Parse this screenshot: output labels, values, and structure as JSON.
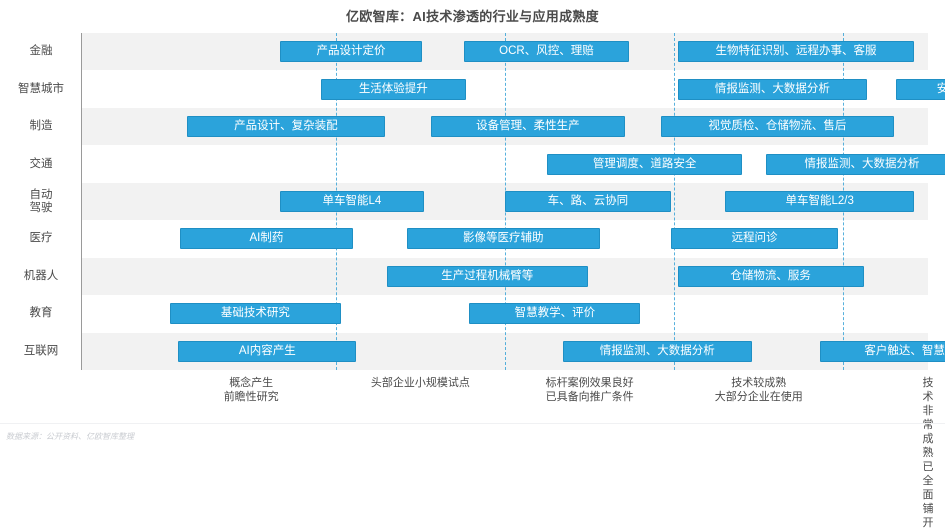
{
  "title": "亿欧智库：AI技术渗透的行业与应用成熟度",
  "footer": "数据来源：公开资料、亿欧智库整理",
  "colors": {
    "bar": "#2ba3db",
    "bar_border": "#1f8fc4",
    "grid": "#3aa4d8",
    "band": "#f2f2f2",
    "text": "#4a4a4a"
  },
  "chart_data": {
    "type": "bar",
    "title": "亿欧智库：AI技术渗透的行业与应用成熟度",
    "xlabel": "",
    "ylabel": "",
    "xlim": [
      0,
      5
    ],
    "grid": true,
    "legend": "none",
    "stages": [
      {
        "index": 1,
        "label": "概念产生\n前瞻性研究",
        "center": 1
      },
      {
        "index": 2,
        "label": "头部企业小规模试点",
        "center": 2
      },
      {
        "index": 3,
        "label": "标杆案例效果良好\n已具备向推广条件",
        "center": 3
      },
      {
        "index": 4,
        "label": "技术较成熟\n大部分企业在使用",
        "center": 4
      },
      {
        "index": 5,
        "label": "技术非常成熟\n已全面铺开",
        "center": 5
      }
    ],
    "categories": [
      "金融",
      "智慧城市",
      "制造",
      "交通",
      "自动驾驶",
      "医疗",
      "机器人",
      "教育",
      "互联网"
    ],
    "rows": [
      {
        "category": "金融",
        "items": [
          {
            "label": "产品设计定价",
            "start": 1.17,
            "end": 2.01
          },
          {
            "label": "OCR、风控、理赔",
            "start": 2.26,
            "end": 3.23
          },
          {
            "label": "生物特征识别、远程办事、客服",
            "start": 3.52,
            "end": 4.92
          }
        ]
      },
      {
        "category": "智慧城市",
        "items": [
          {
            "label": "生活体验提升",
            "start": 1.41,
            "end": 2.27
          },
          {
            "label": "情报监测、大数据分析",
            "start": 3.52,
            "end": 4.64
          },
          {
            "label": "安防",
            "start": 4.81,
            "end": 5.43
          }
        ]
      },
      {
        "category": "制造",
        "items": [
          {
            "label": "产品设计、复杂装配",
            "start": 0.62,
            "end": 1.79
          },
          {
            "label": "设备管理、柔性生产",
            "start": 2.06,
            "end": 3.21
          },
          {
            "label": "视觉质检、仓储物流、售后",
            "start": 3.42,
            "end": 4.8
          }
        ]
      },
      {
        "category": "交通",
        "items": [
          {
            "label": "管理调度、道路安全",
            "start": 2.75,
            "end": 3.9
          },
          {
            "label": "情报监测、大数据分析",
            "start": 4.04,
            "end": 5.18
          }
        ]
      },
      {
        "category": "自动驾驶",
        "items": [
          {
            "label": "单车智能L4",
            "start": 1.17,
            "end": 2.02
          },
          {
            "label": "车、路、云协同",
            "start": 2.5,
            "end": 3.48
          },
          {
            "label": "单车智能L2/3",
            "start": 3.8,
            "end": 4.92
          }
        ]
      },
      {
        "category": "医疗",
        "items": [
          {
            "label": "AI制药",
            "start": 0.58,
            "end": 1.6
          },
          {
            "label": "影像等医疗辅助",
            "start": 1.92,
            "end": 3.06
          },
          {
            "label": "远程问诊",
            "start": 3.48,
            "end": 4.47
          }
        ]
      },
      {
        "category": "机器人",
        "items": [
          {
            "label": "生产过程机械臂等",
            "start": 1.8,
            "end": 2.99
          },
          {
            "label": "仓储物流、服务",
            "start": 3.52,
            "end": 4.62
          }
        ]
      },
      {
        "category": "教育",
        "items": [
          {
            "label": "基础技术研究",
            "start": 0.52,
            "end": 1.53
          },
          {
            "label": "智慧教学、评价",
            "start": 2.29,
            "end": 3.3
          },
          {
            "label": "",
            "start": 0,
            "end": 0
          }
        ]
      },
      {
        "category": "互联网",
        "items": [
          {
            "label": "AI内容产生",
            "start": 0.57,
            "end": 1.62
          },
          {
            "label": "情报监测、大数据分析",
            "start": 2.84,
            "end": 3.96
          },
          {
            "label": "客户触达、智慧营销",
            "start": 4.36,
            "end": 5.5
          }
        ]
      }
    ]
  }
}
